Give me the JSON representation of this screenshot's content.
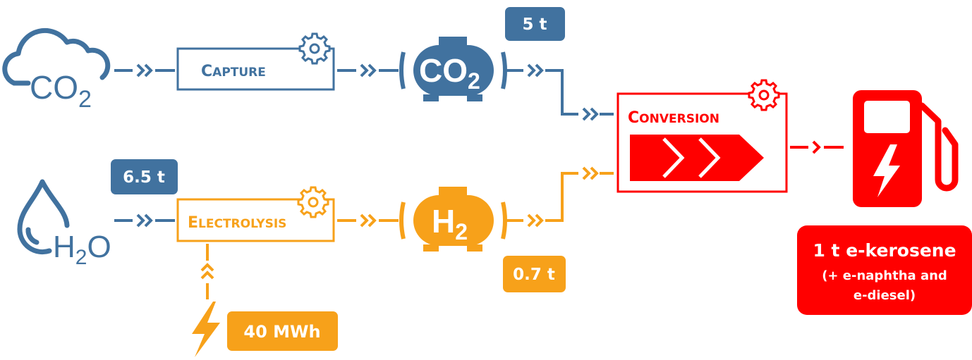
{
  "colors": {
    "co2_blue": "#41729f",
    "h2_orange": "#f7a11a",
    "conversion_red": "#ff0000",
    "white": "#ffffff"
  },
  "icons": {
    "co2_source": "cloud-icon",
    "h2o_source": "water-drop-icon",
    "process": "gear-icon",
    "storage": "tank-icon",
    "power": "lightning-bolt-icon",
    "product": "fuel-pump-icon",
    "flow": "arrow-icon"
  },
  "co2_source": {
    "main": "CO",
    "sub": "2"
  },
  "h2o_source": {
    "pre": "H",
    "sub": "2",
    "post": "O"
  },
  "capture": {
    "initial": "C",
    "rest": "APTURE"
  },
  "electrolysis": {
    "initial": "E",
    "rest": "LECTROLYSIS"
  },
  "conversion": {
    "initial": "C",
    "rest": "ONVERSION"
  },
  "co2_tank": {
    "main": "CO",
    "sub": "2"
  },
  "h2_tank": {
    "main": "H",
    "sub": "2"
  },
  "badges": {
    "co2_amount": "5 t",
    "water_amount": "6.5 t",
    "h2_amount": "0.7 t",
    "energy": "40 MWh"
  },
  "product": {
    "title": "1 t e-kerosene",
    "line2": "(+ e-naphtha and",
    "line3": "e-diesel)"
  }
}
